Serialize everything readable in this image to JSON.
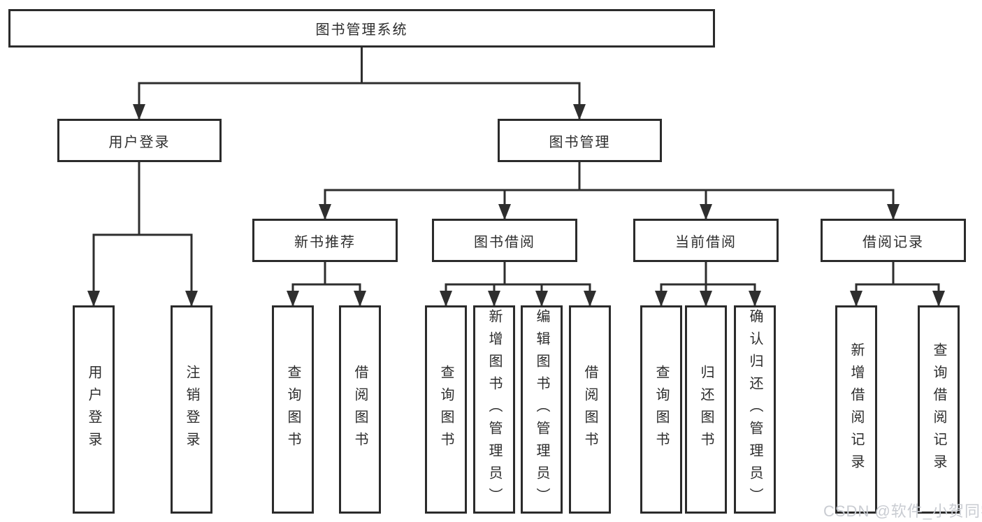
{
  "tree": {
    "root": {
      "label": "图书管理系统"
    },
    "children": [
      {
        "label": "用户登录",
        "children": [
          {
            "label": "用户登录"
          },
          {
            "label": "注销登录"
          }
        ]
      },
      {
        "label": "图书管理",
        "children": [
          {
            "label": "新书推荐",
            "children": [
              {
                "label": "查询图书"
              },
              {
                "label": "借阅图书"
              }
            ]
          },
          {
            "label": "图书借阅",
            "children": [
              {
                "label": "查询图书"
              },
              {
                "label": "新增图书（管理员）"
              },
              {
                "label": "编辑图书（管理员）"
              },
              {
                "label": "借阅图书"
              }
            ]
          },
          {
            "label": "当前借阅",
            "children": [
              {
                "label": "查询图书"
              },
              {
                "label": "归还图书"
              },
              {
                "label": "确认归还（管理员）"
              }
            ]
          },
          {
            "label": "借阅记录",
            "children": [
              {
                "label": "新增借阅记录"
              },
              {
                "label": "查询借阅记录"
              }
            ]
          }
        ]
      }
    ]
  },
  "watermark": {
    "text": "CSDN @软件_小贺同学"
  },
  "colors": {
    "line": "#2e2e2e",
    "box_border": "#2b2b2b",
    "text": "#2d2d2d",
    "watermark": "#c9ccd2",
    "background": "#ffffff"
  }
}
